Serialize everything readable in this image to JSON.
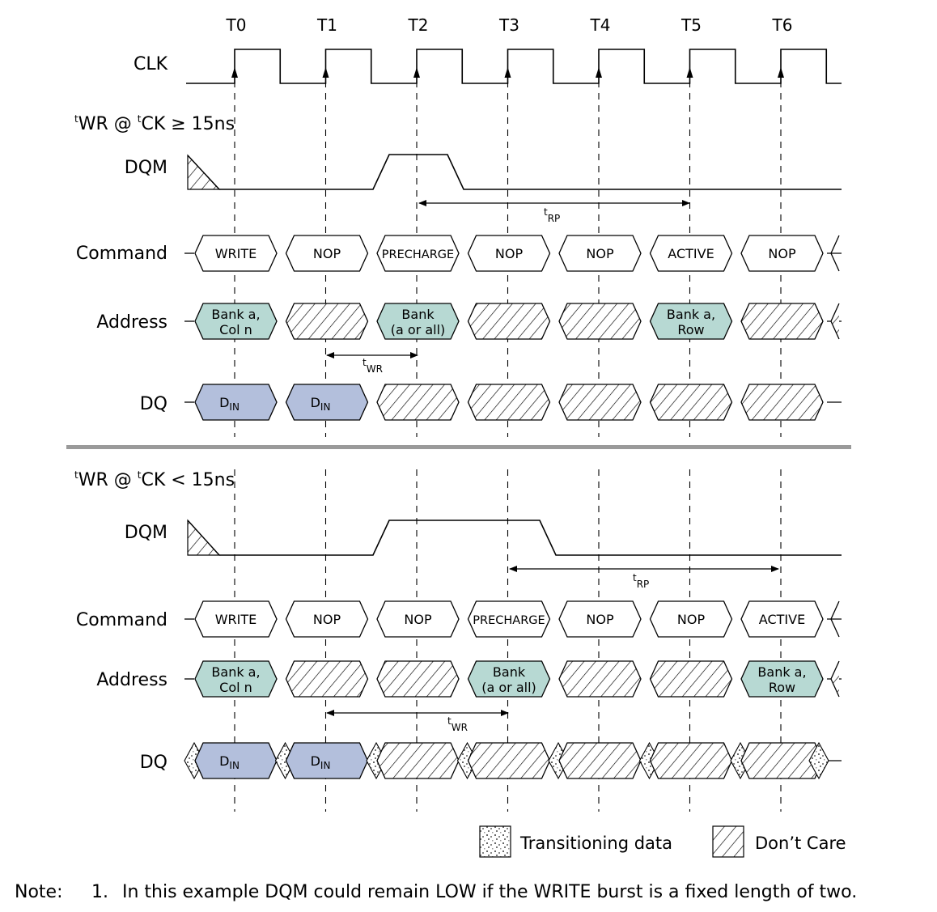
{
  "clock": {
    "label": "CLK",
    "ticks": [
      "T0",
      "T1",
      "T2",
      "T3",
      "T4",
      "T5",
      "T6"
    ]
  },
  "sections": [
    {
      "title_t1": "t",
      "title_main1": "WR @ ",
      "title_t2": "t",
      "title_main2": "CK ≥ 15ns",
      "dqm_label": "DQM",
      "command_label": "Command",
      "address_label": "Address",
      "dq_label": "DQ",
      "commands": [
        "WRITE",
        "NOP",
        "PRECHARGE",
        "NOP",
        "NOP",
        "ACTIVE",
        "NOP"
      ],
      "address": [
        {
          "l1": "Bank a,",
          "l2": "Col n"
        },
        {
          "l1": "",
          "l2": ""
        },
        {
          "l1": "Bank",
          "l2": "(a or all)"
        },
        {
          "l1": "",
          "l2": ""
        },
        {
          "l1": "",
          "l2": ""
        },
        {
          "l1": "Bank a,",
          "l2": "Row"
        },
        {
          "l1": "",
          "l2": ""
        }
      ],
      "dq": [
        "D",
        "D",
        "",
        "",
        "",
        "",
        ""
      ],
      "dq_sub": "IN",
      "trp_t": "t",
      "trp_sub": "RP",
      "twr_t": "t",
      "twr_sub": "WR"
    },
    {
      "title_t1": "t",
      "title_main1": "WR @ ",
      "title_t2": "t",
      "title_main2": "CK < 15ns",
      "dqm_label": "DQM",
      "command_label": "Command",
      "address_label": "Address",
      "dq_label": "DQ",
      "commands": [
        "WRITE",
        "NOP",
        "NOP",
        "PRECHARGE",
        "NOP",
        "NOP",
        "ACTIVE"
      ],
      "address": [
        {
          "l1": "Bank a,",
          "l2": "Col n"
        },
        {
          "l1": "",
          "l2": ""
        },
        {
          "l1": "",
          "l2": ""
        },
        {
          "l1": "Bank",
          "l2": "(a or all)"
        },
        {
          "l1": "",
          "l2": ""
        },
        {
          "l1": "",
          "l2": ""
        },
        {
          "l1": "Bank a,",
          "l2": "Row"
        }
      ],
      "dq": [
        "D",
        "D",
        "",
        "",
        "",
        "",
        ""
      ],
      "dq_sub": "IN",
      "trp_t": "t",
      "trp_sub": "RP",
      "twr_t": "t",
      "twr_sub": "WR"
    }
  ],
  "legend": {
    "transitioning": "Transitioning data",
    "dont_care": "Don’t Care"
  },
  "note": {
    "label": "Note:",
    "number": "1.",
    "text": "In this example DQM could remain LOW if the WRITE burst is a fixed length of two."
  },
  "colors": {
    "address_fill": "#b7d9d3",
    "dq_fill": "#b3bfdc",
    "separator": "#9a9a9a"
  }
}
